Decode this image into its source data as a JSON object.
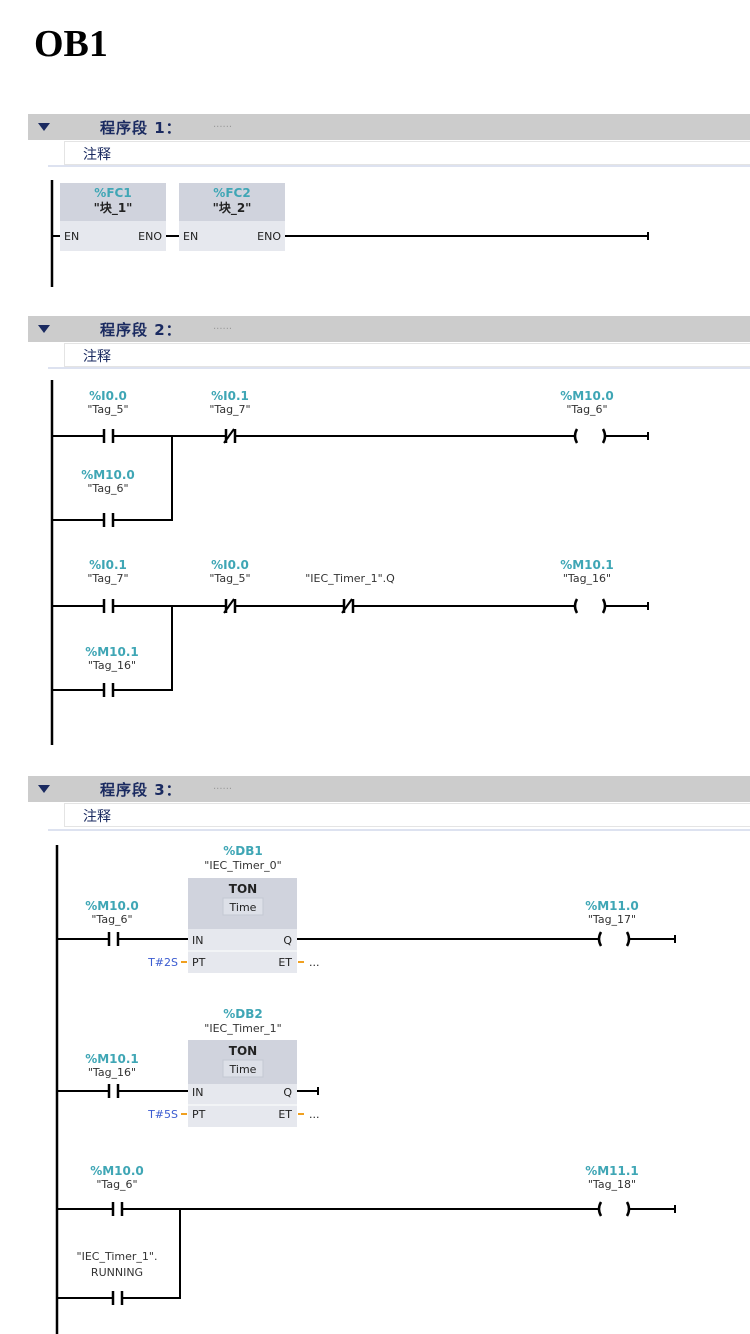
{
  "title": "OB1",
  "segments": [
    {
      "name": "程序段 1：",
      "dots": "......",
      "comment": "注释",
      "blocks": [
        {
          "addr": "%FC1",
          "name": "\"块_1\"",
          "in": "EN",
          "out": "ENO"
        },
        {
          "addr": "%FC2",
          "name": "\"块_2\"",
          "in": "EN",
          "out": "ENO"
        }
      ]
    },
    {
      "name": "程序段 2：",
      "dots": "......",
      "comment": "注释",
      "rung1": {
        "c1": {
          "addr": "%I0.0",
          "tag": "\"Tag_5\"",
          "type": "NO"
        },
        "c1b": {
          "addr": "%M10.0",
          "tag": "\"Tag_6\"",
          "type": "NO"
        },
        "c2": {
          "addr": "%I0.1",
          "tag": "\"Tag_7\"",
          "type": "NC"
        },
        "coil": {
          "addr": "%M10.0",
          "tag": "\"Tag_6\""
        }
      },
      "rung2": {
        "c1": {
          "addr": "%I0.1",
          "tag": "\"Tag_7\"",
          "type": "NO"
        },
        "c1b": {
          "addr": "%M10.1",
          "tag": "\"Tag_16\"",
          "type": "NO"
        },
        "c2": {
          "addr": "%I0.0",
          "tag": "\"Tag_5\"",
          "type": "NC"
        },
        "c3": {
          "tag": "\"IEC_Timer_1\".Q",
          "type": "NC"
        },
        "coil": {
          "addr": "%M10.1",
          "tag": "\"Tag_16\""
        }
      }
    },
    {
      "name": "程序段 3：",
      "dots": "......",
      "comment": "注释",
      "rung1": {
        "contact": {
          "addr": "%M10.0",
          "tag": "\"Tag_6\""
        },
        "timer": {
          "db": "%DB1",
          "instance": "\"IEC_Timer_0\"",
          "type": "TON",
          "subtype": "Time",
          "in": "IN",
          "q": "Q",
          "pt": "PT",
          "et": "ET",
          "pt_value": "T#2S",
          "et_value": "..."
        },
        "coil": {
          "addr": "%M11.0",
          "tag": "\"Tag_17\""
        }
      },
      "rung2": {
        "contact": {
          "addr": "%M10.1",
          "tag": "\"Tag_16\""
        },
        "timer": {
          "db": "%DB2",
          "instance": "\"IEC_Timer_1\"",
          "type": "TON",
          "subtype": "Time",
          "in": "IN",
          "q": "Q",
          "pt": "PT",
          "et": "ET",
          "pt_value": "T#5S",
          "et_value": "..."
        }
      },
      "rung3": {
        "contact": {
          "addr": "%M10.0",
          "tag": "\"Tag_6\""
        },
        "contact_b": {
          "tag_line1": "\"IEC_Timer_1\".",
          "tag_line2": "RUNNING"
        },
        "coil": {
          "addr": "%M11.1",
          "tag": "\"Tag_18\""
        }
      }
    }
  ]
}
